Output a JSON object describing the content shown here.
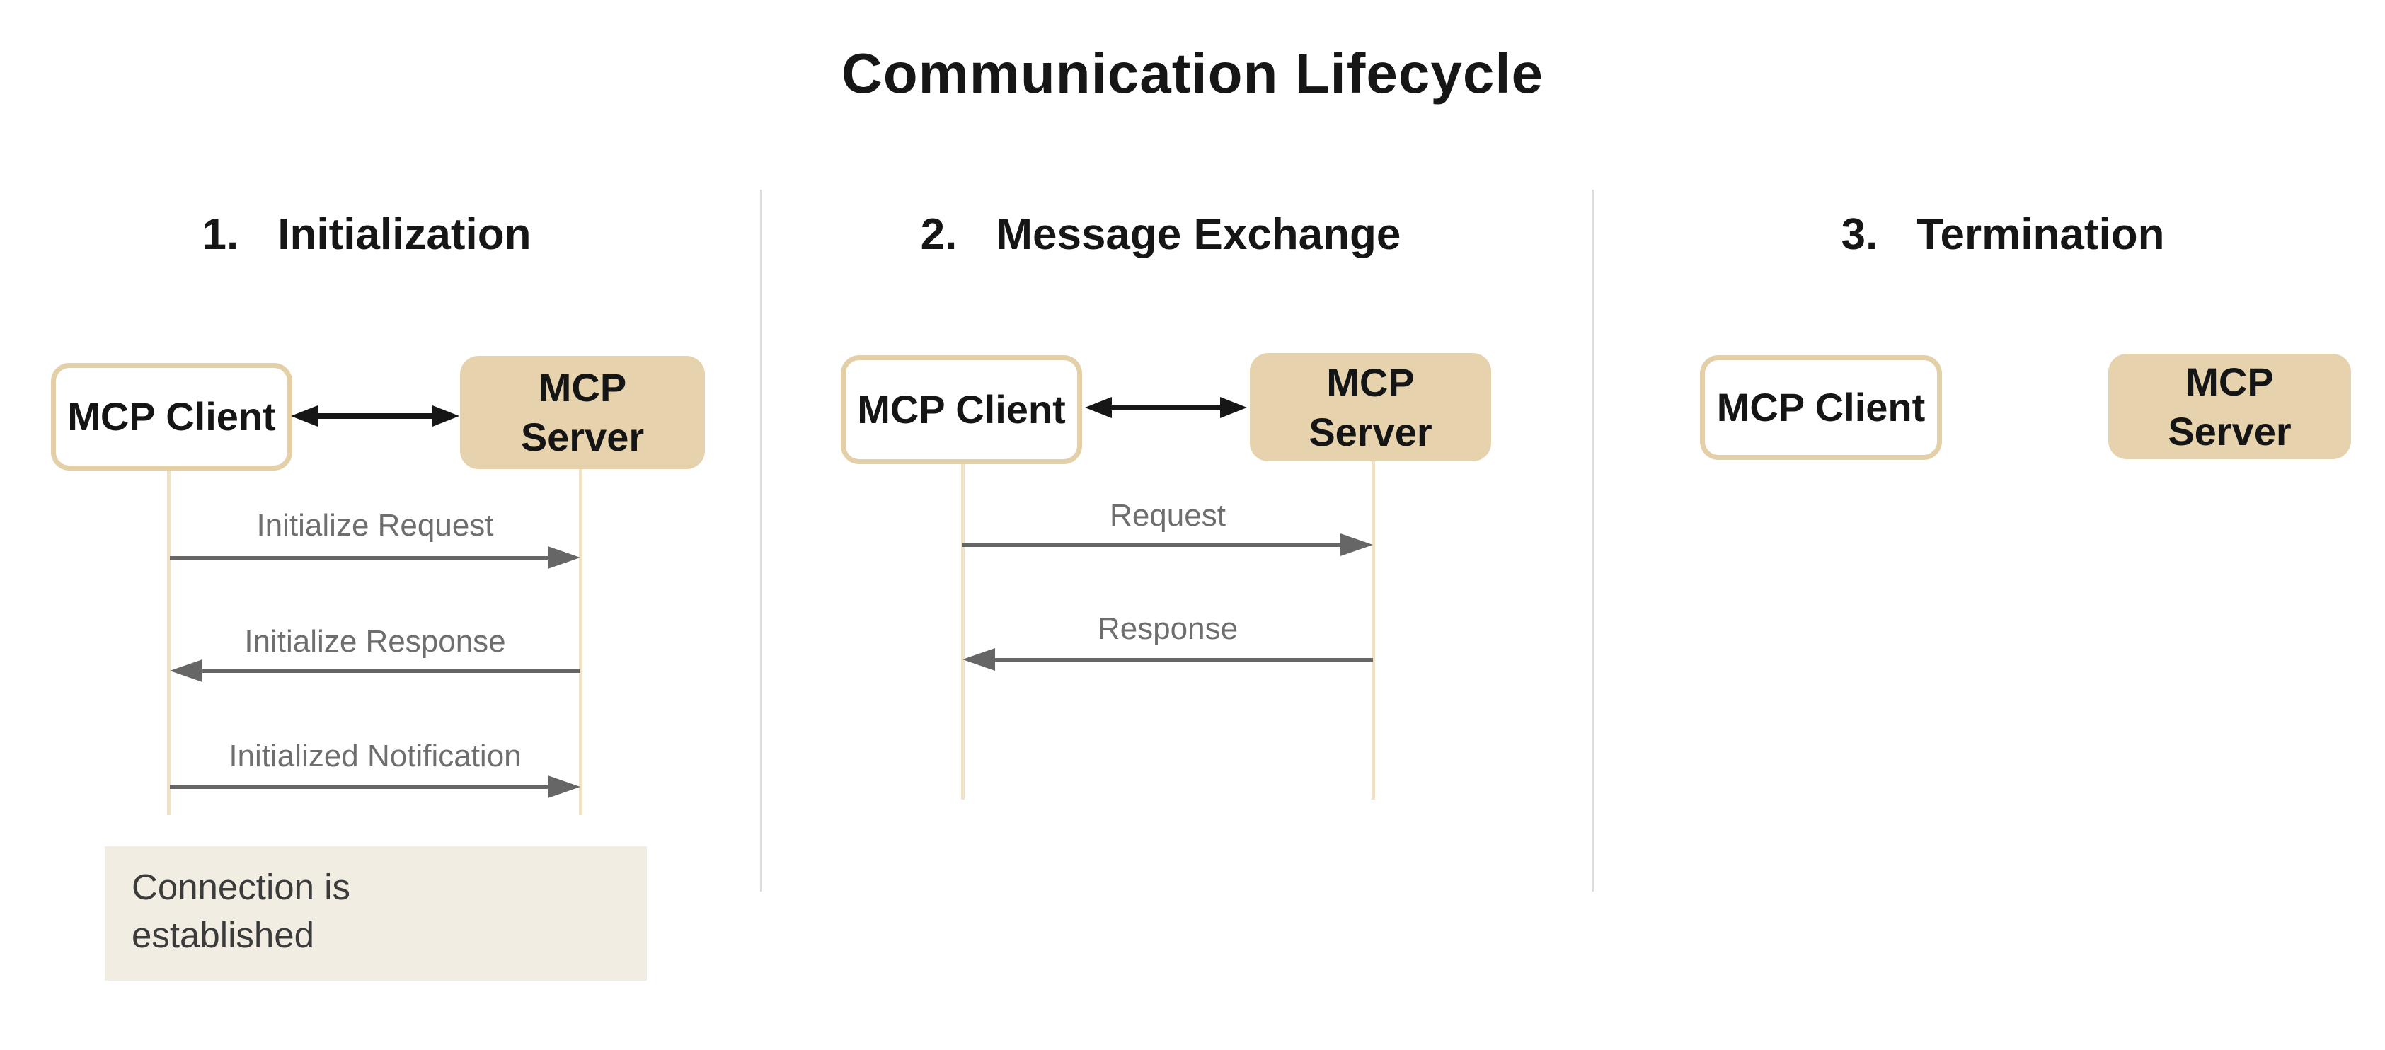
{
  "title": "Communication Lifecycle",
  "sections": [
    {
      "number": "1.",
      "heading": "Initialization",
      "client_label": "MCP Client",
      "server_label_lines": [
        "MCP",
        "Server"
      ],
      "messages": [
        {
          "label": "Initialize Request",
          "direction": "client-to-server"
        },
        {
          "label": "Initialize Response",
          "direction": "server-to-client"
        },
        {
          "label": "Initialized Notification",
          "direction": "client-to-server"
        }
      ],
      "note": "Connection is established"
    },
    {
      "number": "2.",
      "heading": "Message Exchange",
      "client_label": "MCP Client",
      "server_label_lines": [
        "MCP",
        "Server"
      ],
      "messages": [
        {
          "label": "Request",
          "direction": "client-to-server"
        },
        {
          "label": "Response",
          "direction": "server-to-client"
        }
      ]
    },
    {
      "number": "3.",
      "heading": "Termination",
      "client_label": "MCP Client",
      "server_label_lines": [
        "MCP",
        "Server"
      ]
    }
  ],
  "colors": {
    "actor_fill": "#e6d3ae",
    "actor_border": "#e3d0a8",
    "lifeline": "#eee3c9",
    "note_background": "#f1ede2",
    "message_arrow": "#666666",
    "sync_arrow": "#161616",
    "divider": "#dcdcdc",
    "heading_text": "#161616",
    "label_text": "#6e6e6e",
    "note_text": "#3b3b3b"
  }
}
